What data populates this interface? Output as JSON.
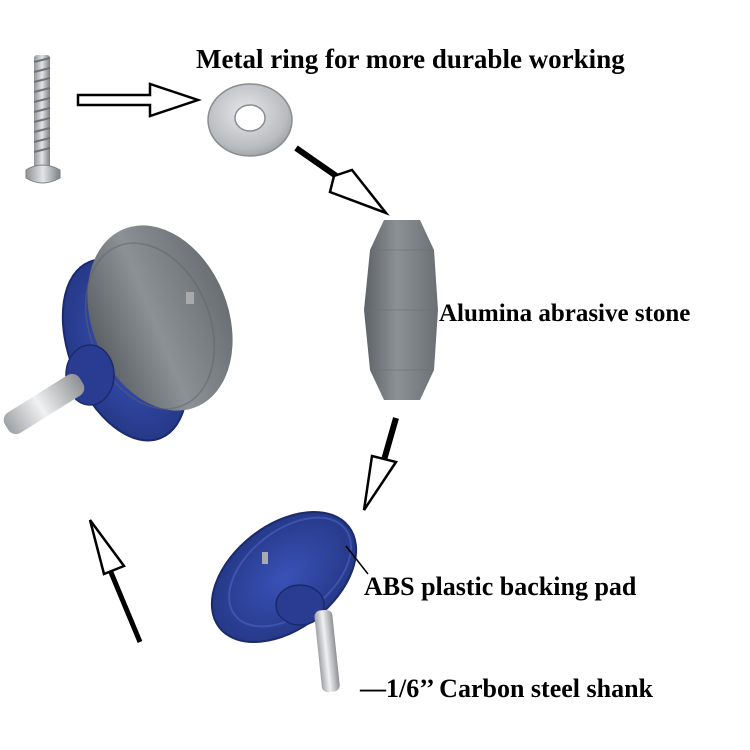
{
  "labels": {
    "metal_ring": "Metal ring for more durable working",
    "abrasive_stone": "Alumina abrasive stone",
    "backing_pad": "ABS plastic backing pad",
    "shank": "—1/6’’ Carbon steel shank"
  },
  "colors": {
    "pad_blue": "#2b3f9a",
    "stone_grey": "#7f8489",
    "metal_silver": "#c9cbcd",
    "arrow_black": "#000000"
  },
  "icons": [
    "screw-icon",
    "washer-icon",
    "abrasive-stone-icon",
    "backing-pad-icon",
    "assembled-sharpener-icon",
    "arrow-icon"
  ]
}
